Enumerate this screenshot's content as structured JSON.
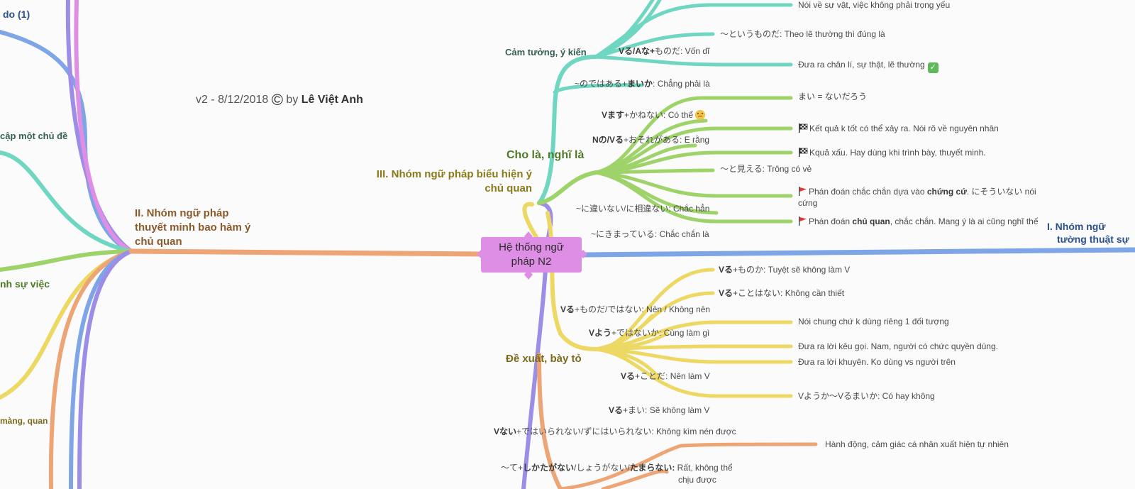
{
  "central": {
    "line1": "Hệ thống ngữ",
    "line2": "pháp N2"
  },
  "credit": {
    "version": "v2 - 8/12/2018",
    "copyright_symbol": "©",
    "by": "by",
    "author": "Lê Việt Anh"
  },
  "branches": {
    "b1": {
      "line1": "I. Nhóm ngữ",
      "line2": "tường thuật sự"
    },
    "b2": {
      "line1": "II. Nhóm ngữ pháp",
      "line2": "thuyết minh bao hàm ý",
      "line3": "chủ quan"
    },
    "b3": {
      "line1": "III. Nhóm ngữ pháp biểu hiện ý",
      "line2": "chủ quan"
    }
  },
  "left_fragments": {
    "f1": "do (1)",
    "f2": "cập một chủ đề",
    "f3": "nh sự việc",
    "f4": "màng, quan"
  },
  "topics": {
    "cam_tuong": "Cảm tưởng, ý kiến",
    "cho_la": "Cho là, nghĩ là",
    "de_xuat": "Đề xuất, bày tỏ"
  },
  "nodes": {
    "n_top": "Nói về sự vật, việc không phải trọng yếu",
    "n_toiu_bold": "Vる/Aな+",
    "n_toiu_rest": "ものだ: Vốn dĩ",
    "n_toiu2": "～というものだ: Theo lẽ thường thì đúng là",
    "n_chanli": "Đưa ra chân lí, sự thật, lẽ thường",
    "n_nodewa_pre": "~のではある+",
    "n_nodewa_bold": "まいか",
    "n_nodewa_rest": ": Chẳng phải là",
    "n_mai": "まい = ないだろう",
    "n_kanenai_bold": "Vます",
    "n_kanenai_rest": "+かねない: Có thể",
    "n_ketqua": "Kết quả k tốt có thể xảy ra. Nói rõ về nguyên nhân",
    "n_osore_bold": "Nの/Vる",
    "n_osore_rest": "+おそれがある: E rằng",
    "n_kquaxau": "Kquả xấu. Hay dùng khi trình bày, thuyết minh.",
    "n_tomieru": "～と見える: Trông có vẻ",
    "n_phandoan1_a": "Phán đoán chắc chắn dựa vào ",
    "n_phandoan1_b": "chứng cứ",
    "n_phandoan1_c": ". にそういない nói",
    "n_phandoan1_d": "cứng",
    "n_chigainai": "~に違いない/に相違ない: Chắc hẳn",
    "n_phandoan2_a": "Phán đoán ",
    "n_phandoan2_b": "chủ quan",
    "n_phandoan2_c": ", chắc chắn. Mang ý là ai cũng nghĩ thế",
    "n_nikimatte": "~にきまっている: Chắc chắn là",
    "n_monoka_bold": "Vる",
    "n_monoka_rest": "+ものか: Tuyệt sẽ không làm V",
    "n_kotowanai_bold": "Vる",
    "n_kotowanai_rest": "+ことはない: Không cần thiết",
    "n_monoda_bold": "Vる",
    "n_monoda_rest": "+ものだ/ではない: Nên / Không nên",
    "n_noichung": "Nói chung chứ k dùng riêng 1 đối tượng",
    "n_youdewa_bold": "Vよう",
    "n_youdewa_rest": "+ではないか: Cùng làm gì",
    "n_keugoi": "Đưa ra lời kêu gọi. Nam, người có chức quyền dùng.",
    "n_khuyen": "Đưa ra lời khuyên. Ko dùng vs người trên",
    "n_kotoda_bold": "Vる",
    "n_kotoda_rest": "+ことだ: Nên làm V",
    "n_youka": "Vようか～Vるまいか: Có hay không",
    "n_mai2_bold": "Vる",
    "n_mai2_rest": "+まい: Sẽ không làm V",
    "n_naide_bold": "Vない",
    "n_naide_rest": "+ではいられない/ずにはいられない: Không kìm nén được",
    "n_hanhdong": "Hành động, cảm giác cá nhân xuất hiện tự nhiên",
    "n_shikata_pre": "～て+",
    "n_shikata_bold1": "しかたがない",
    "n_shikata_mid": "/しょうがない/",
    "n_shikata_bold2": "たまらない:",
    "n_shikata_rest": " Rất, không thể",
    "n_shikata_line2": "chịu được"
  },
  "colors": {
    "teal": "#6fd6c1",
    "green": "#9ed36a",
    "yellow": "#ecd862",
    "purple": "#9c8ee6",
    "orange": "#eea576",
    "blue": "#7ea6e6",
    "pink": "#df8ee6",
    "node_central": "#df8ee6"
  },
  "icons": {
    "check": "check-mark-icon",
    "flag_red": "red-flag-icon",
    "flag_checkered": "checkered-flag-icon",
    "sad": "sad-face-icon"
  }
}
